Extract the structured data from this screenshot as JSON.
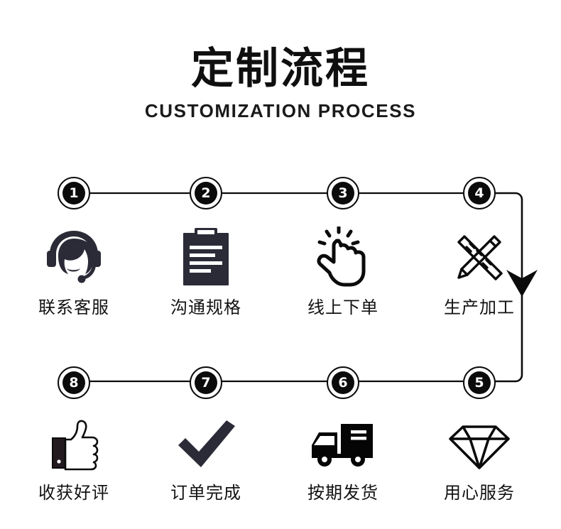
{
  "header": {
    "title_cn": "定制流程",
    "title_en": "CUSTOMIZATION PROCESS"
  },
  "colors": {
    "ink": "#0b0b0b",
    "navy": "#2b2b38",
    "background": "#ffffff"
  },
  "flow": {
    "direction_note": "row 1 left-to-right (1-4), down on right side, row 2 right-to-left (5-8)",
    "arrow": "down-arrow"
  },
  "steps": [
    {
      "number": "1",
      "label": "联系客服",
      "icon": "headset-support-icon"
    },
    {
      "number": "2",
      "label": "沟通规格",
      "icon": "clipboard-icon"
    },
    {
      "number": "3",
      "label": "线上下单",
      "icon": "click-hand-icon"
    },
    {
      "number": "4",
      "label": "生产加工",
      "icon": "pencil-ruler-icon"
    },
    {
      "number": "5",
      "label": "用心服务",
      "icon": "diamond-icon"
    },
    {
      "number": "6",
      "label": "按期发货",
      "icon": "delivery-truck-icon"
    },
    {
      "number": "7",
      "label": "订单完成",
      "icon": "checkmark-icon"
    },
    {
      "number": "8",
      "label": "收获好评",
      "icon": "thumbs-up-icon"
    }
  ]
}
